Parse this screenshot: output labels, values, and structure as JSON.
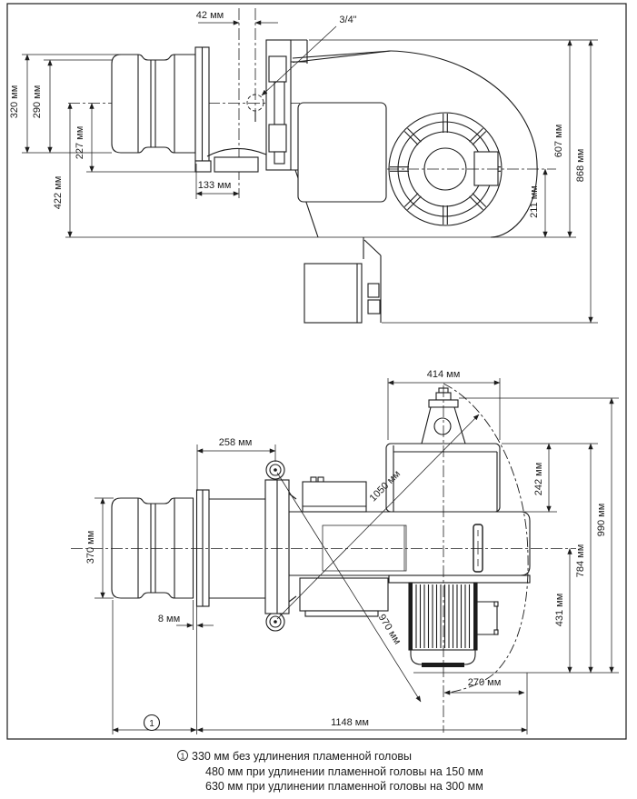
{
  "meta": {
    "background": "#ffffff",
    "line_color": "#1c1c1c"
  },
  "top_view": {
    "dims": {
      "d42": "42 мм",
      "d34": "3/4\"",
      "d320": "320 мм",
      "d290": "290 мм",
      "d227": "227 мм",
      "d422": "422 мм",
      "d133": "133 мм",
      "d607": "607 мм",
      "d868": "868 мм",
      "d211": "211 мм"
    }
  },
  "bottom_view": {
    "dims": {
      "d414": "414 мм",
      "d258": "258 мм",
      "d370": "370 мм",
      "d8": "8 мм",
      "d242": "242 мм",
      "d784": "784 мм",
      "d990": "990 мм",
      "d431": "431 мм",
      "d1050": "1050 мм",
      "d970": "970 мм",
      "d270": "270 мм",
      "d1148": "1148 мм",
      "dref": "1"
    }
  },
  "notes": {
    "marker": "1",
    "line1": "330 мм без удлинения пламенной головы",
    "line2": "480 мм при удлинении пламенной головы на 150 мм",
    "line3": "630 мм при удлинении пламенной головы на 300 мм"
  }
}
